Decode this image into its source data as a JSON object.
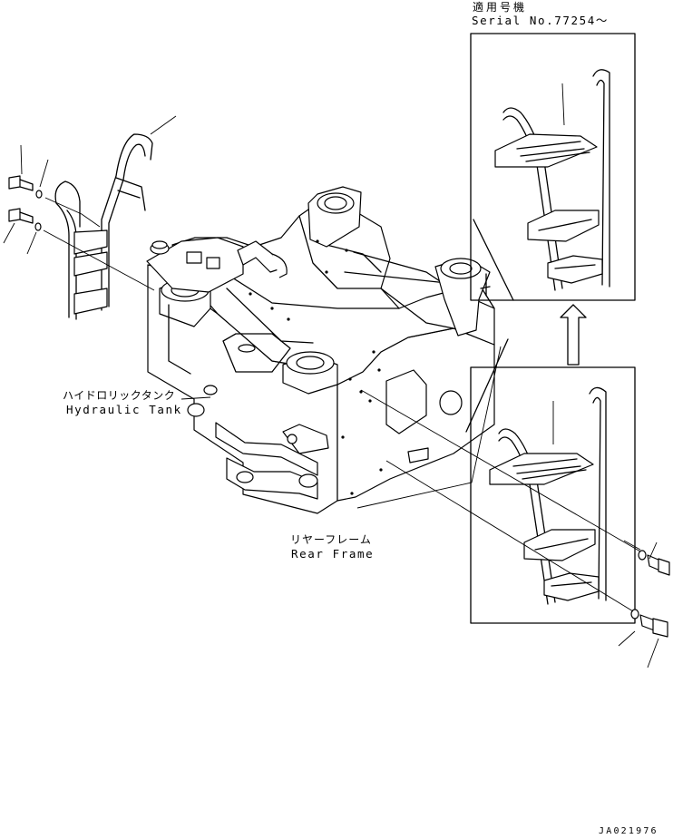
{
  "serial_note": {
    "label_jp": "適用号機",
    "label_en": "Serial No.77254～"
  },
  "hydraulic_tank": {
    "label_jp": "ハイドロリックタンク",
    "label_en": "Hydraulic Tank"
  },
  "rear_frame": {
    "label_jp": "リヤーフレーム",
    "label_en": "Rear Frame"
  },
  "drawing_code": "JA021976",
  "colors": {
    "line": "#000000",
    "background": "#ffffff"
  }
}
